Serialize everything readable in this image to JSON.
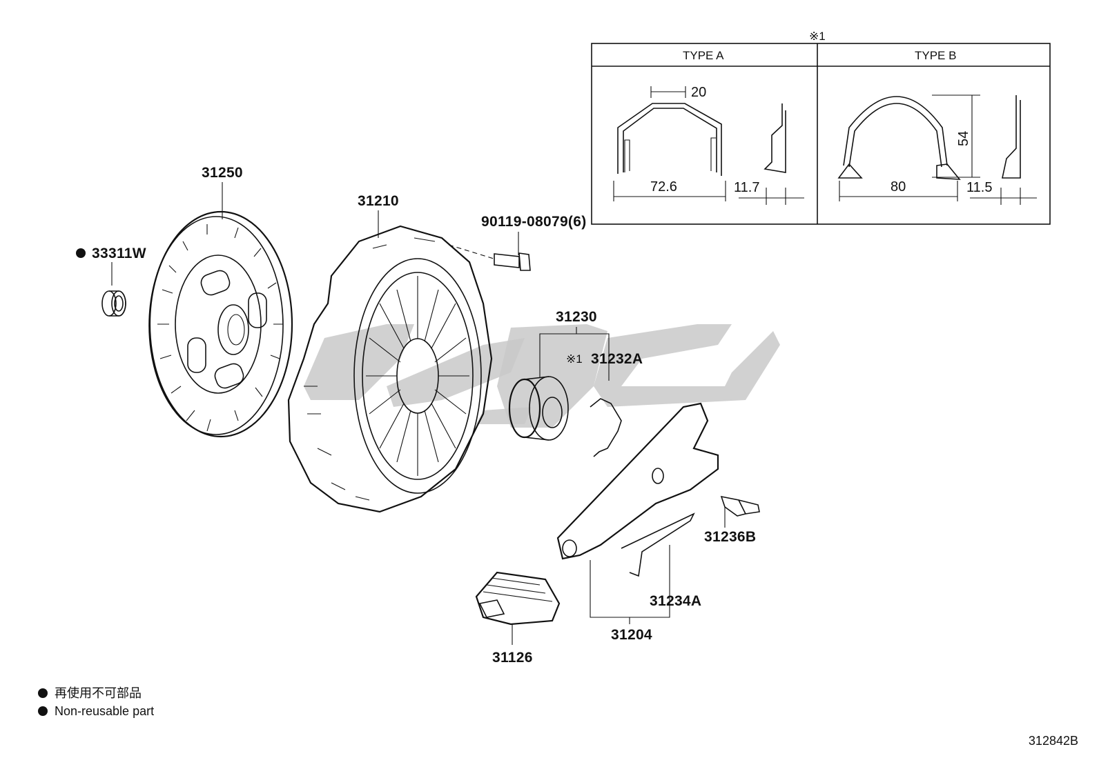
{
  "parts": {
    "p31250": "31250",
    "p33311w": "33311W",
    "p31210": "31210",
    "p90119": "90119-08079(6)",
    "p31230": "31230",
    "p31232a": "31232A",
    "p31236b": "31236B",
    "p31234a": "31234A",
    "p31204": "31204",
    "p31126": "31126"
  },
  "ref_mark": "※1",
  "inset": {
    "mark": "※1",
    "type_a": {
      "title": "TYPE A",
      "dim_top": "20",
      "dim_width": "72.6",
      "dim_thickness": "11.7"
    },
    "type_b": {
      "title": "TYPE B",
      "dim_height": "54",
      "dim_width": "80",
      "dim_thickness": "11.5"
    }
  },
  "legend": {
    "line_jp": "再使用不可部品",
    "line_en": "Non-reusable part"
  },
  "diagram_code": "312842B",
  "colors": {
    "ink": "#111111",
    "watermark": "#c9c9c9"
  }
}
